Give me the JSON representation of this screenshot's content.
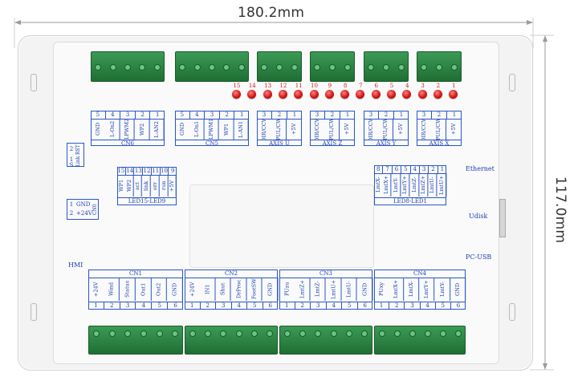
{
  "dimensions": {
    "width_label": "180.2mm",
    "height_label": "117.0mm"
  },
  "leds": [
    "15",
    "14",
    "13",
    "12",
    "11",
    "10",
    "9",
    "8",
    "7",
    "6",
    "5",
    "4",
    "3",
    "2",
    "1"
  ],
  "top_blocks": [
    {
      "title": "CN6",
      "pins": [
        "5",
        "4",
        "3",
        "2",
        "1"
      ],
      "signals": [
        "L-AN2",
        "WP2",
        "LPWM2",
        "L-On2",
        "GND"
      ]
    },
    {
      "title": "CN5",
      "pins": [
        "5",
        "4",
        "3",
        "2",
        "1"
      ],
      "signals": [
        "L-AN1",
        "WP1",
        "LPWM1",
        "L-On1",
        "GND"
      ]
    },
    {
      "title": "AXIS U",
      "pins": [
        "3",
        "2",
        "1"
      ],
      "signals": [
        "+5V",
        "PUL/CW",
        "DIR/CCW"
      ]
    },
    {
      "title": "AXIS Z",
      "pins": [
        "3",
        "2",
        "1"
      ],
      "signals": [
        "+5V",
        "PUL/CW",
        "DIR/CCW"
      ]
    },
    {
      "title": "AXIS Y",
      "pins": [
        "3",
        "2",
        "1"
      ],
      "signals": [
        "+5V",
        "PUL/CW",
        "DIR/CCW"
      ]
    },
    {
      "title": "AXIS X",
      "pins": [
        "3",
        "2",
        "1"
      ],
      "signals": [
        "+5V",
        "PUL/CW",
        "DIR/CCW"
      ]
    }
  ],
  "rst": {
    "pins": [
      "2",
      "1"
    ],
    "labels": [
      "RST",
      "Link"
    ],
    "extra": "S"
  },
  "led15_9": {
    "title": "LED15-LED9",
    "pins": [
      "15",
      "14",
      "13",
      "12",
      "11",
      "10",
      "9"
    ],
    "signals": [
      "+5V",
      "run",
      "err",
      "link",
      "act",
      "WP2",
      "WP1"
    ]
  },
  "led8_1": {
    "title": "LED8-LED1",
    "pins": [
      "8",
      "7",
      "6",
      "5",
      "4",
      "3",
      "2",
      "1"
    ],
    "signals": [
      "LmtU+",
      "LmtU-",
      "LmtZ+",
      "LmtZ-",
      "LmtY+",
      "LmtY-",
      "LmtX+",
      "LmtX-"
    ]
  },
  "cn0": {
    "title": "CN0",
    "rows": [
      {
        "pin": "1",
        "label": "GND"
      },
      {
        "pin": "2",
        "label": "+24V"
      }
    ]
  },
  "side_labels": {
    "ethernet": "Ethernet",
    "udisk": "Udisk",
    "pcusb": "PC-USB",
    "hmi": "HMI"
  },
  "bottom_blocks": [
    {
      "title": "CN1",
      "signals": [
        "GND",
        "Out2",
        "Out1",
        "Status",
        "Wind",
        "+24V"
      ],
      "pins": [
        "1",
        "2",
        "3",
        "4",
        "5",
        "6"
      ]
    },
    {
      "title": "CN2",
      "signals": [
        "GND",
        "FootSW",
        "DrProc",
        "Shut",
        "IN1",
        "+24V"
      ],
      "pins": [
        "1",
        "2",
        "3",
        "4",
        "5",
        "6"
      ]
    },
    {
      "title": "CN3",
      "signals": [
        "GND",
        "LmtU-",
        "LmtU+",
        "LmtZ-",
        "LmtZ+",
        "PUzu"
      ],
      "pins": [
        "1",
        "2",
        "3",
        "4",
        "5",
        "6"
      ]
    },
    {
      "title": "CN4",
      "signals": [
        "GND",
        "LmtY-",
        "LmtY+",
        "LmtX-",
        "LmtX+",
        "PUxy"
      ],
      "pins": [
        "1",
        "2",
        "3",
        "4",
        "5",
        "6"
      ]
    }
  ],
  "colors": {
    "board": "#f1f1f1",
    "print": "#1a3fb0",
    "terminal": "#2a8345",
    "led": "#d01010"
  }
}
